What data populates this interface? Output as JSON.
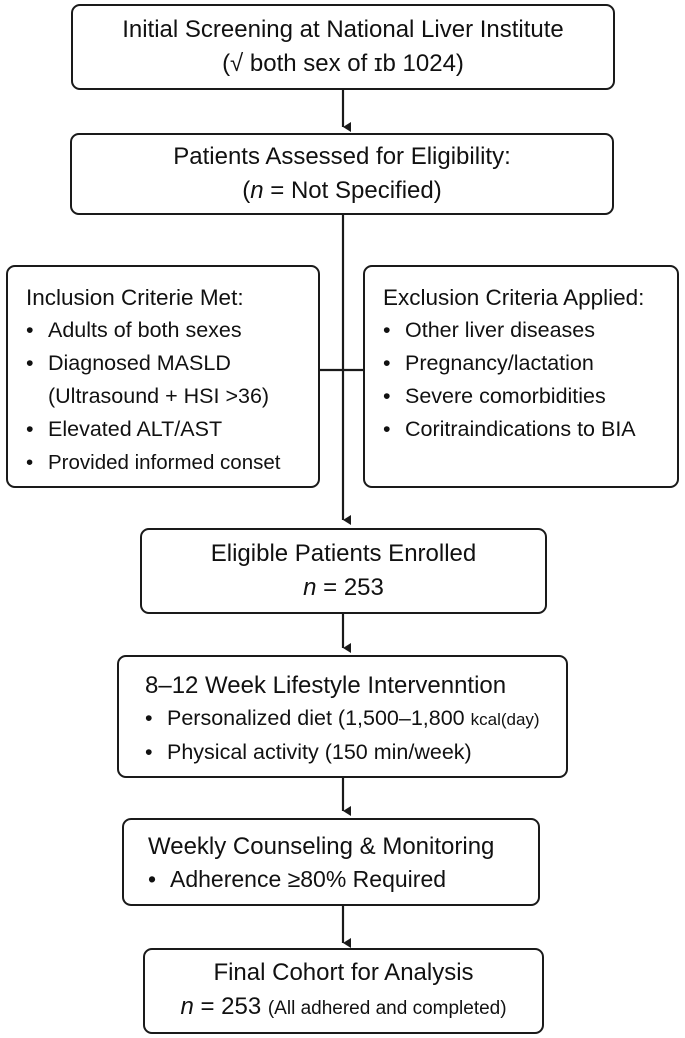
{
  "boxes": {
    "screening": {
      "line1": "Initial Screening at National Liver Institute",
      "line2": "(√ both sex of ɪb 1024)"
    },
    "assessed": {
      "line1": "Patients Assessed for Eligibility:",
      "n_italic": "n",
      "line2_rest": " = Not Specified)",
      "line2_open": "("
    },
    "inclusion": {
      "title": "Inclusion Criterie Met:",
      "items": [
        "Adults of both sexes",
        "Diagnosed MASLD",
        "Elevated ALT/AST",
        "Provided informed conset"
      ],
      "continuation": "(Ultrasound + HSI >36)"
    },
    "exclusion": {
      "title": "Exclusion Criteria Applied:",
      "items": [
        "Other liver diseases",
        "Pregnancy/lactation",
        "Severe comorbidities",
        "Coritraindications to BIA"
      ]
    },
    "enrolled": {
      "line1": "Eligible Patients Enrolled",
      "n_italic": "n",
      "line2_rest": " = 253"
    },
    "intervention": {
      "title": "8–12 Week Lifestyle Intervenntion",
      "item1_main": "Personalized diet (1,500–1,800 ",
      "item1_small": "kcal(day)",
      "item2": "Physical activity (150 min/week)"
    },
    "counseling": {
      "line1": "Weekly Counseling & Monitoring",
      "item1": "Adherence ≥80% Required"
    },
    "final": {
      "line1": "Final Cohort for Analysis",
      "n_italic": "n",
      "line2_rest": " = 253 ",
      "line2_small": "(All adhered and completed)"
    }
  },
  "bullet_glyph": "•"
}
